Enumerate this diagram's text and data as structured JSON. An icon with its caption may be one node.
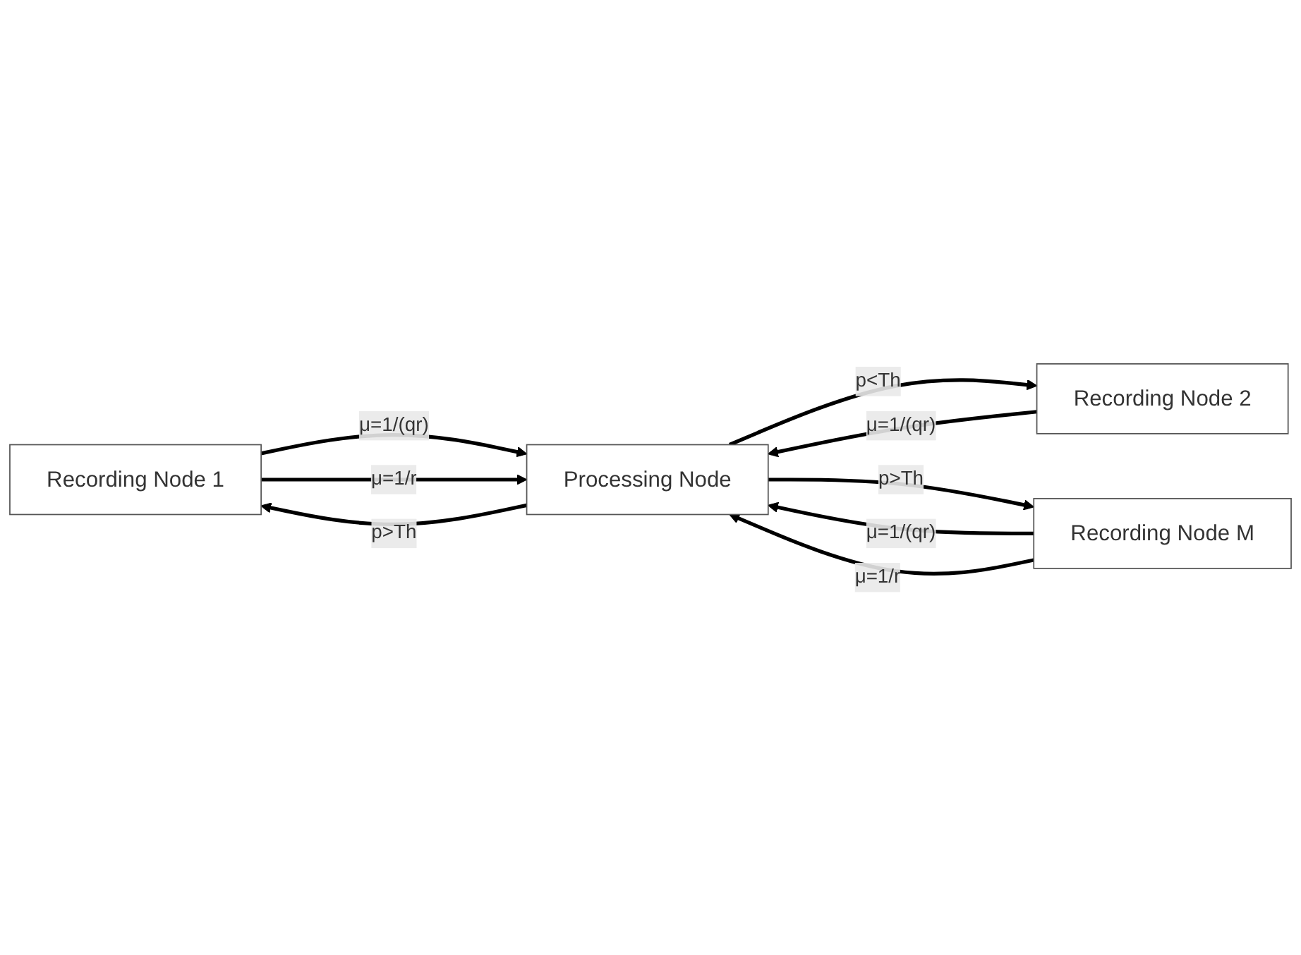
{
  "diagram": {
    "nodes": [
      {
        "text": [
          "Recording Node 1"
        ]
      },
      {
        "text": [
          "Recording Node 2"
        ]
      },
      {
        "text": [
          "Recording Node M"
        ]
      },
      {
        "text": [
          "Processing Node"
        ]
      }
    ],
    "edges": [
      {
        "from": 0,
        "to": 3,
        "arrow": "to",
        "label": "μ=1/(qr)"
      },
      {
        "from": 3,
        "to": 0,
        "arrow": "to",
        "label": "p>Th"
      },
      {
        "from": 0,
        "to": 3,
        "arrow": "to",
        "label": "μ=1/r"
      },
      {
        "from": 1,
        "to": 3,
        "arrow": "to",
        "label": "μ=1/(qr)"
      },
      {
        "from": 3,
        "to": 1,
        "arrow": "to",
        "label": "p<Th"
      },
      {
        "from": 2,
        "to": 3,
        "arrow": "to",
        "label": "μ=1/(qr)"
      },
      {
        "from": 3,
        "to": 2,
        "arrow": "to",
        "label": "p>Th"
      },
      {
        "from": 2,
        "to": 3,
        "arrow": "to",
        "label": "μ=1/r"
      }
    ]
  }
}
